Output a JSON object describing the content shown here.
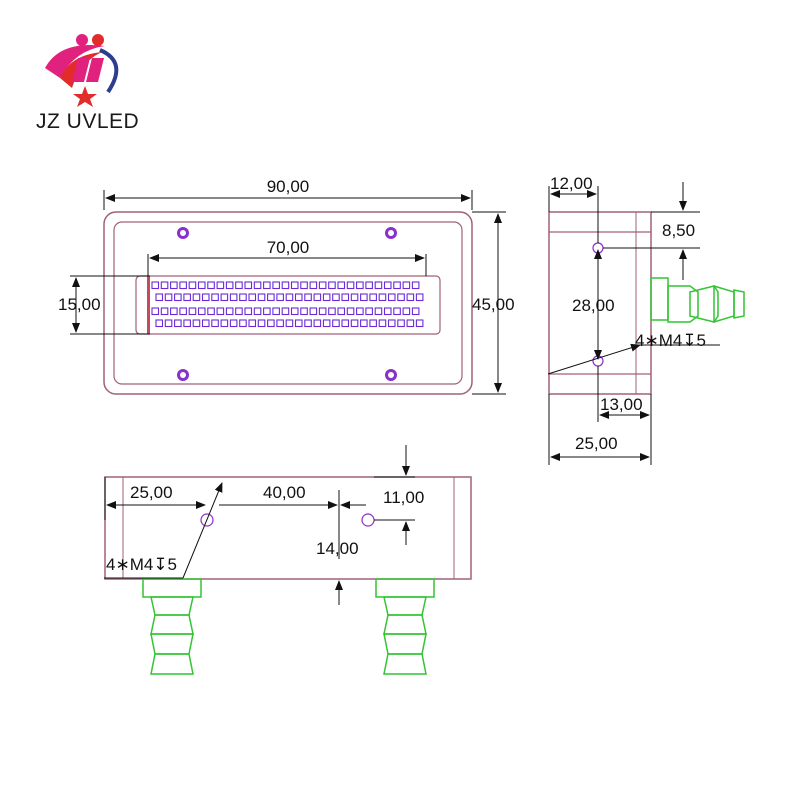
{
  "brand": {
    "name": "JZ UVLED",
    "colors": {
      "magenta": "#e0227e",
      "red": "#e22b2b",
      "blue": "#2d3d8f"
    }
  },
  "colors": {
    "outline": "#a0607a",
    "led": "#6a2bd6",
    "screw": "#8a2fc8",
    "fitting": "#34c434",
    "dimension": "#111111"
  },
  "front_view": {
    "width_dim": "90,00",
    "height_dim": "45,00",
    "led_length_dim": "70,00",
    "led_height_dim": "15,00"
  },
  "side_view": {
    "depth_dim": "12,00",
    "top_offset_dim": "8,50",
    "hole_spacing_dim": "28,00",
    "hole_callout": "4∗M4↧5",
    "fitting_offset_dim": "13,00",
    "width_dim": "25,00"
  },
  "bottom_view": {
    "left_offset_dim": "25,00",
    "center_spacing_dim": "40,00",
    "height_dim": "11,00",
    "fitting_dim": "14,00",
    "hole_callout": "4∗M4↧5"
  }
}
